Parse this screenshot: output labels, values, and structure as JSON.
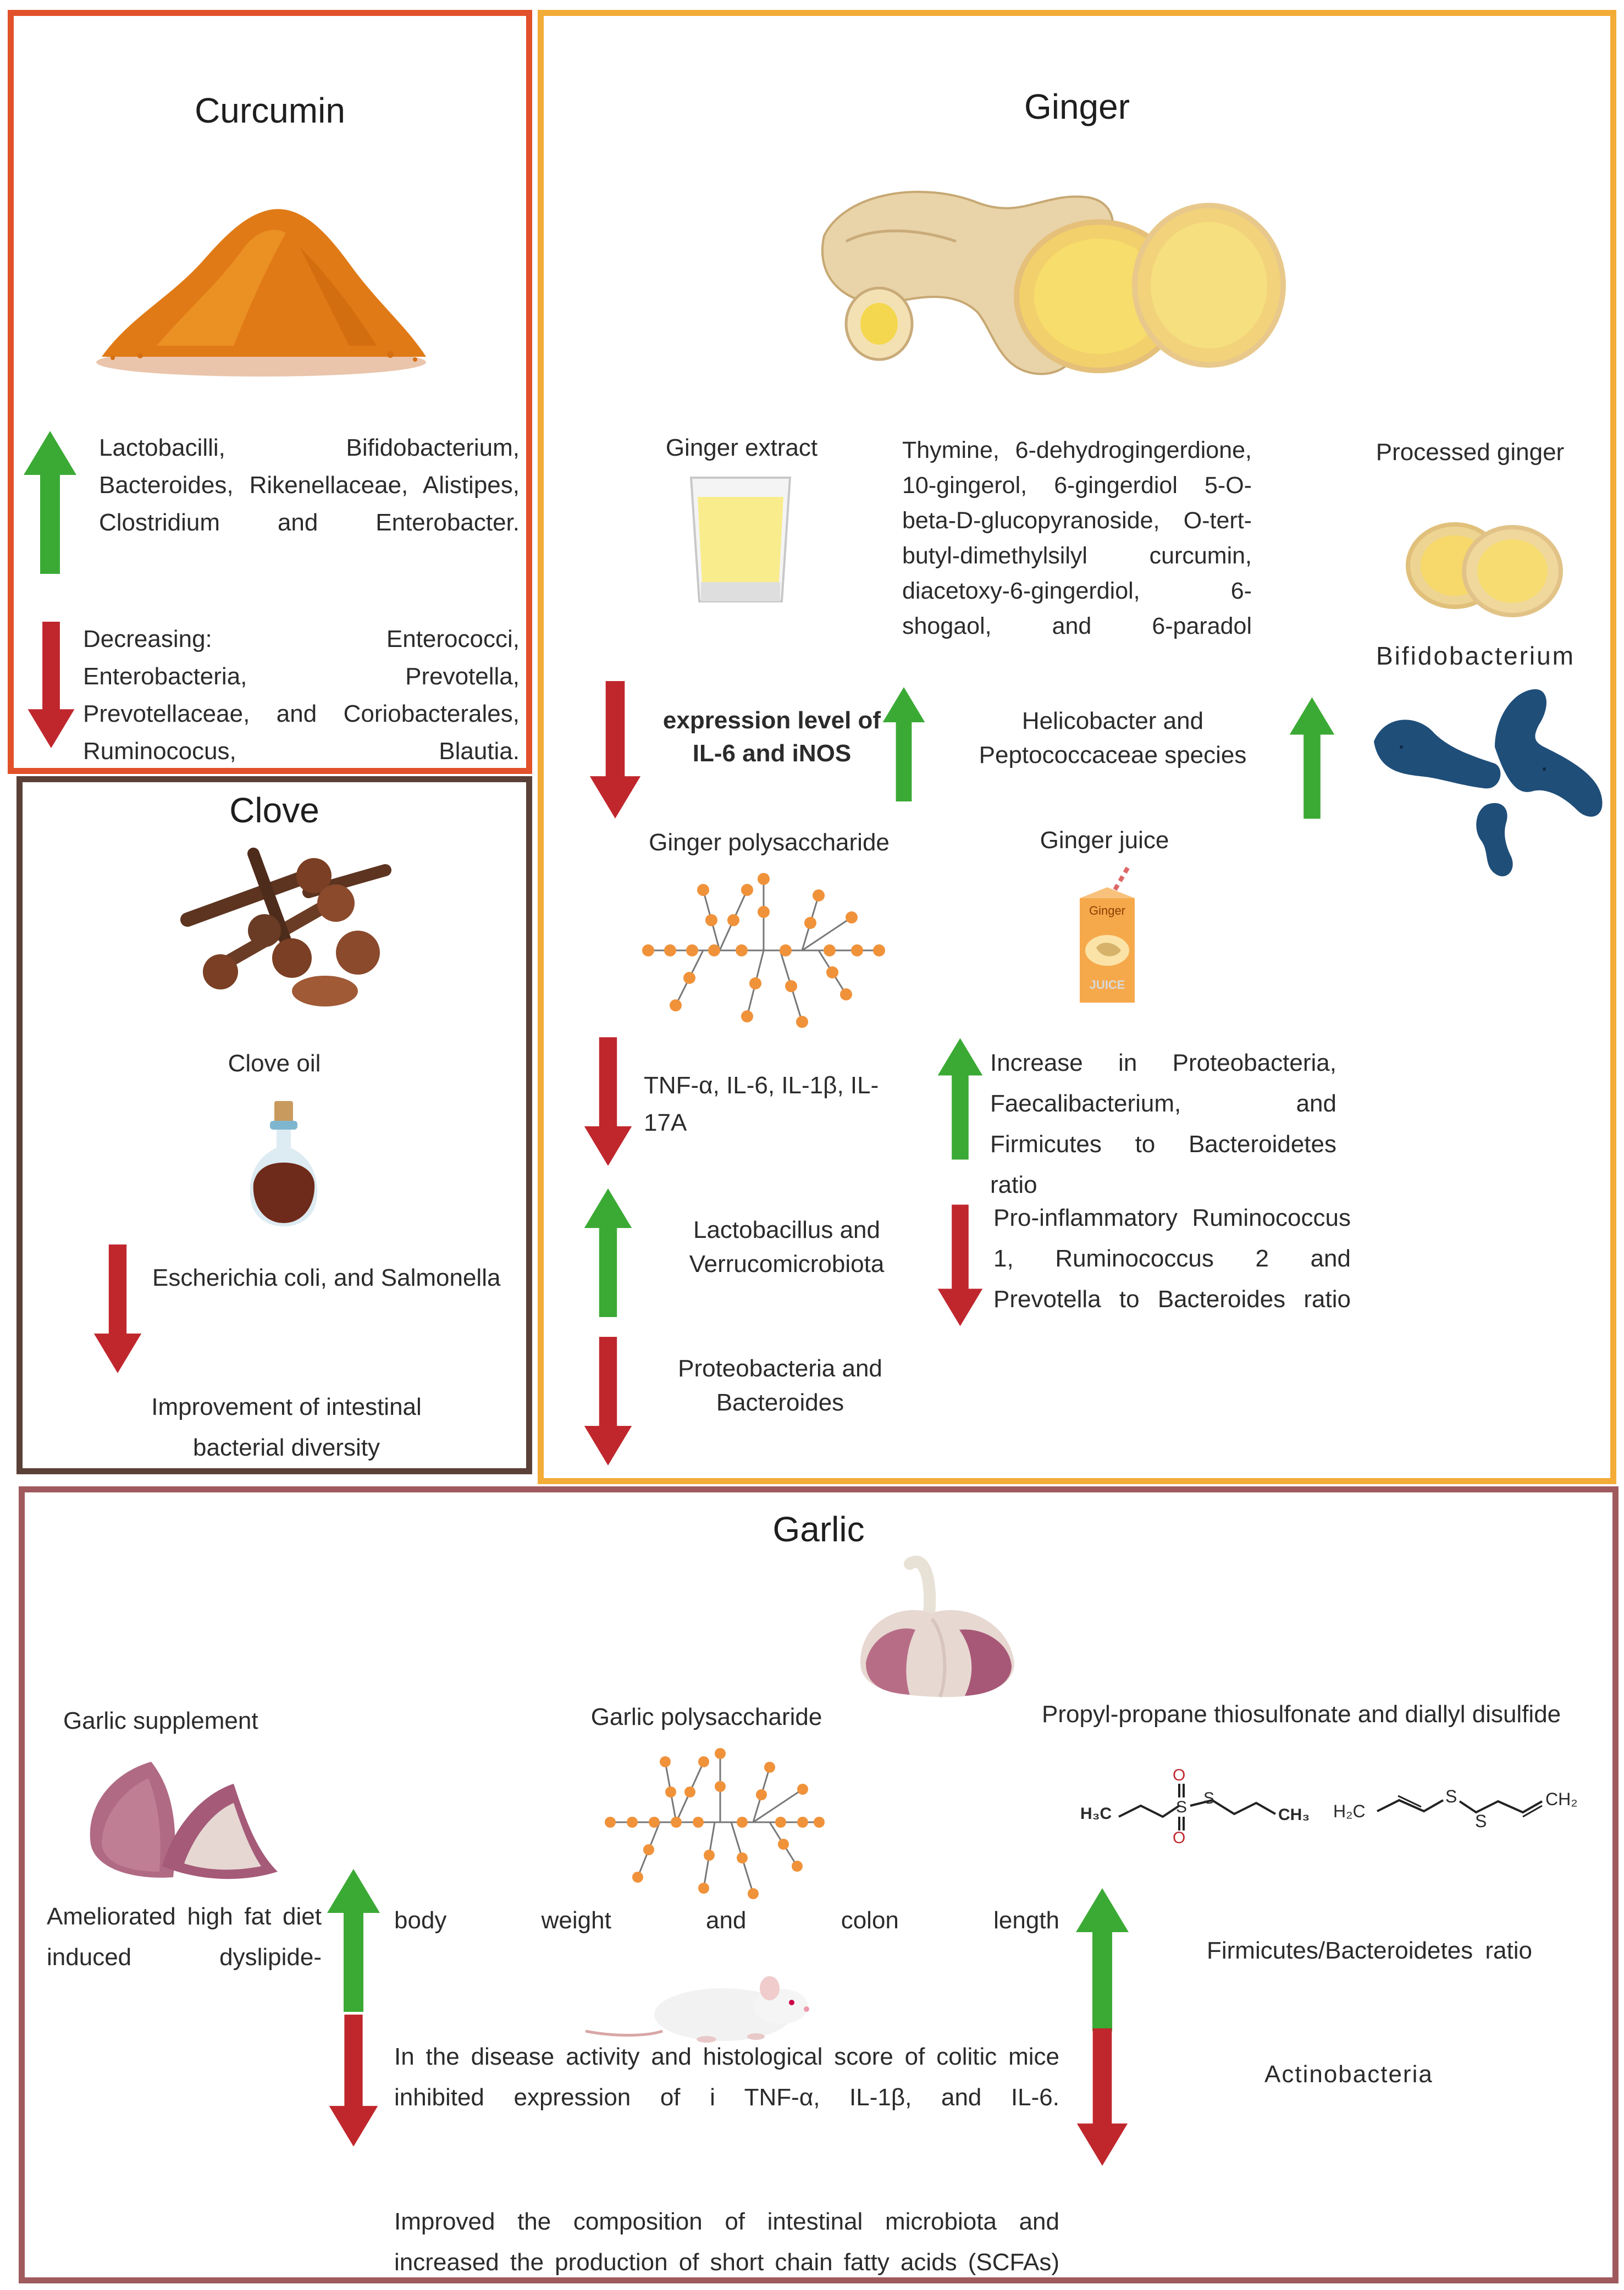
{
  "colors": {
    "curcumin_border": "#E1512A",
    "ginger_border": "#F3AC37",
    "clove_border": "#5A4037",
    "garlic_border": "#A05A5E",
    "arrow_up": "#3BAA35",
    "arrow_down": "#C0272D",
    "polysaccharide_node": "#F0923A",
    "bacteria": "#1F4E79"
  },
  "curcumin": {
    "title": "Curcumin",
    "image": "curcumin-powder-icon",
    "increase_text": "Lactobacilli, Bifidobacterium, Bacteroides, Rikenellaceae, Alistipes, Clostridium and Enterobacter.",
    "decrease_text": "Decreasing: Enterococci, Enterobacteria, Prevotella, Prevotellaceae, and Coriobacterales, Ruminococus, Blautia."
  },
  "ginger": {
    "title": "Ginger",
    "image": "ginger-root-icon",
    "extract_label": "Ginger extract",
    "compounds_text": "Thymine, 6-dehydrogingerdione, 10-gingerol, 6-gingerdiol 5-O-beta-D-glucopyranoside, O-tert-butyl-dimethylsilyl curcumin, diacetoxy-6-gingerdiol, 6-shogaol, and 6-paradol",
    "processed_label": "Processed ginger",
    "bifido_label": "Bifidobacterium",
    "il6_text": "expression level of IL-6 and iNOS",
    "helicobacter_text": "Helicobacter and Peptococcaceae species",
    "polysaccharide_label": "Ginger polysaccharide",
    "juice_label": "Ginger juice",
    "juice_carton_top": "Ginger",
    "juice_carton_bottom": "JUICE",
    "cytokines_text": "TNF-α, IL-6, IL-1β, IL-17A",
    "increase_text": "Increase in Proteobacteria, Faecalibacterium, and Firmicutes to Bacteroidetes ratio",
    "lacto_text": "Lactobacillus and Verrucomicrobiota",
    "proinflam_text": "Pro-inflammatory Ruminococcus 1, Ruminococcus 2 and Prevotella to Bacteroides ratio",
    "proteo_text": "Proteobacteria and Bacteroides"
  },
  "clove": {
    "title": "Clove",
    "image": "clove-spice-icon",
    "oil_label": "Clove oil",
    "decrease_text": "Escherichia coli, and Salmonella",
    "improvement_text": "Improvement of intestinal bacterial diversity"
  },
  "garlic": {
    "title": "Garlic",
    "image": "garlic-bulb-icon",
    "supplement_label": "Garlic supplement",
    "supplement_text": "Ameliorated high fat diet induced dyslipide-",
    "polysaccharide_label": "Garlic polysaccharide",
    "propyl_label": "Propyl-propane thiosulfonate and diallyl disulfide",
    "chem1_h3c": "H₃C",
    "chem1_ch3": "CH₃",
    "chem1_s": "S",
    "chem1_o": "O",
    "chem2_h2c": "H₂C",
    "chem2_ch2": "CH₂",
    "chem2_s": "S",
    "body_text": "body weight and colon length",
    "disease_text": "In the disease activity and histological score of colitic mice inhibited expression of i TNF-α, IL-1β, and IL-6.",
    "firmicutes_text": "Firmicutes/Bacteroidetes ratio",
    "actino_text": "Actinobacteria",
    "improved_text": "Improved the composition of intestinal microbiota and increased the production of short chain fatty acids (SCFAs)"
  }
}
